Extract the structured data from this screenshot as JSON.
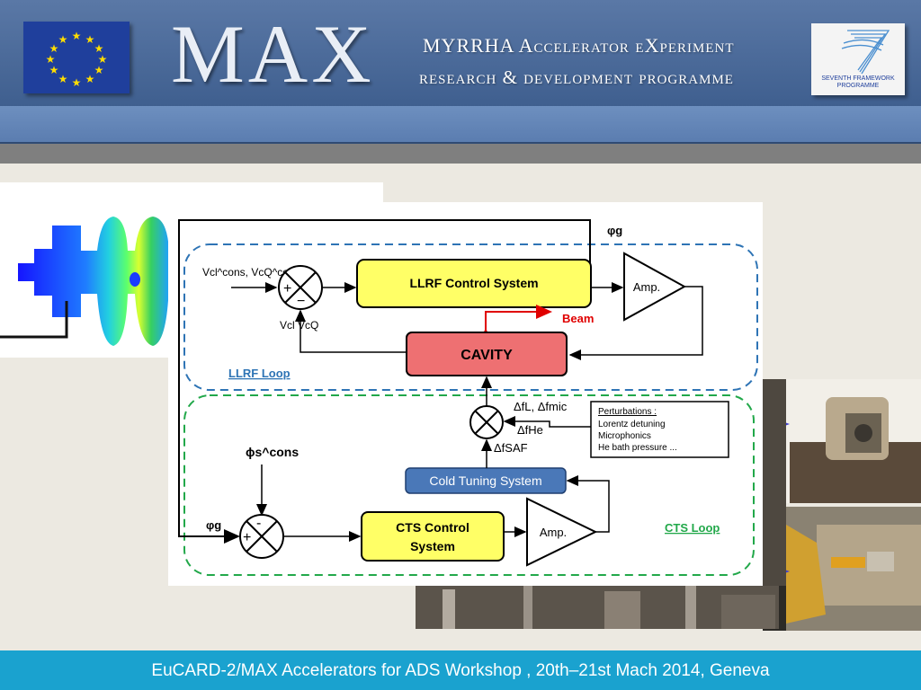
{
  "header": {
    "title": "MAX",
    "subtitle_line1": "MYRRHA Accelerator eXperiment",
    "subtitle_line2": "research & development programme",
    "fp7_logo_text": "SEVENTH FRAMEWORK PROGRAMME",
    "eu_flag_icon": "eu-flag-icon"
  },
  "diagram": {
    "phi_g_top": "φg",
    "vcons_label": "Vcl^cons, VcQ^cons",
    "sum_llrf_plus": "+",
    "sum_llrf_minus": "−",
    "vfeedback_label": "Vcl  VcQ",
    "llrf_block": "LLRF Control System",
    "amp_top": "Amp.",
    "beam_label": "Beam",
    "cavity_block": "CAVITY",
    "llrf_loop_label": "LLRF Loop",
    "df_top": "ΔfL, Δfmic",
    "df_he": "ΔfHe",
    "df_saf": "ΔfSAF",
    "perturbations_title": "Perturbations :",
    "perturbation_items": [
      "Lorentz detuning",
      "Microphonics",
      "He bath pressure ..."
    ],
    "phi_s_cons": "ϕs^cons",
    "phi_g_left": "φg",
    "sum_cts_minus": "-",
    "sum_cts_plus": "+",
    "cold_tuning_block": "Cold Tuning System",
    "cts_control_line1": "CTS Control",
    "cts_control_line2": "System",
    "amp_bottom": "Amp.",
    "cts_loop_label": "CTS Loop",
    "colors": {
      "llrf_loop": "#2e74b5",
      "cts_loop": "#22a84a",
      "yellow_block": "#ffff66",
      "cavity_block": "#ee7072",
      "cold_tuning_block": "#4a78b8",
      "beam": "#e00000"
    }
  },
  "footer": {
    "text": "EuCARD-2/MAX Accelerators for ADS Workshop , 20th–21st Mach 2014, Geneva"
  }
}
